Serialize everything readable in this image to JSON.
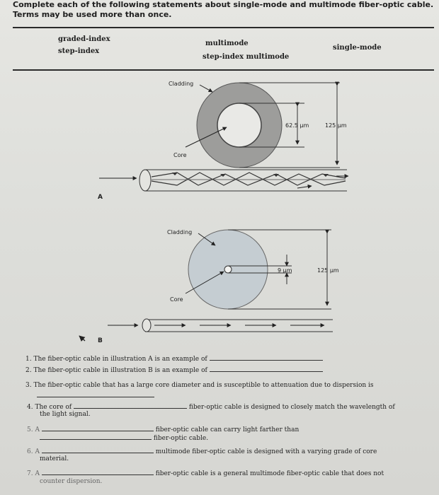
{
  "instructions": "Complete each of the following statements about single-mode and multimode fiber-optic cable. Terms may be used more than once.",
  "word_bank": [
    "graded-index",
    "step-index",
    "multimode",
    "step-index multimode",
    "single-mode"
  ],
  "figure_a": {
    "label": "A",
    "cladding_label": "Cladding",
    "core_label": "Core",
    "core_dim": "62.5 µm",
    "outer_dim": "125 µm"
  },
  "figure_b": {
    "label": "B",
    "cladding_label": "Cladding",
    "core_label": "Core",
    "core_dim": "9 µm",
    "outer_dim": "125 µm"
  },
  "questions": {
    "q1": "1. The fiber-optic cable in illustration A is an example of",
    "q2": "2. The fiber-optic cable in illustration B is an example of",
    "q3": "3. The fiber-optic cable that has a large core diameter and is susceptible to attenuation due to dispersion is",
    "q4_a": "4. The core of",
    "q4_b": "fiber-optic cable is designed to closely match the wavelength of",
    "q4_c": "the light signal.",
    "q5_a": "5. A",
    "q5_b": "fiber-optic cable can carry light farther than",
    "q5_c": "fiber-optic cable.",
    "q6_a": "6. A",
    "q6_b": "multimode fiber-optic cable is designed with a varying grade of core",
    "q6_c": "material.",
    "q7_a": "7. A",
    "q7_b": "fiber-optic cable is a general multimode fiber-optic cable that does not",
    "q7_c": "counter dispersion."
  }
}
